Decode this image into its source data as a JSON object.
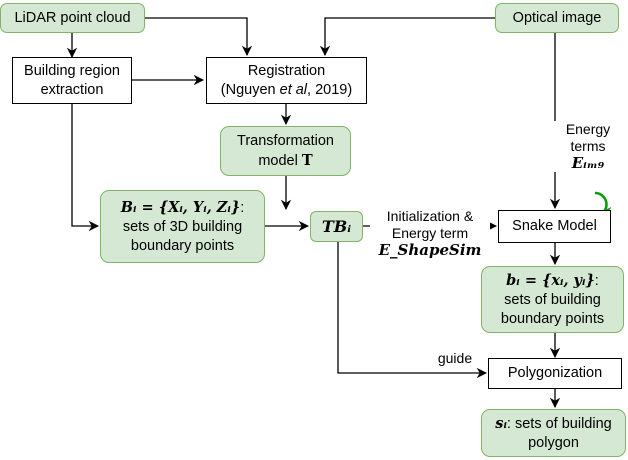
{
  "nodes": {
    "lidar": {
      "text": "LiDAR point cloud"
    },
    "optical": {
      "text": "Optical image"
    },
    "building_region": {
      "line1": "Building region",
      "line2": "extraction"
    },
    "registration": {
      "line1": "Registration",
      "line2_prefix": "(Nguyen ",
      "line2_italic": "et al",
      "line2_suffix": ", 2019)"
    },
    "transformation": {
      "line1": "Transformation",
      "line2_text": "model ",
      "line2_math": "T"
    },
    "big_b": {
      "math": "Bᵢ = {Xᵢ, Yᵢ, Zᵢ}",
      "colon": ":",
      "line2": "sets of 3D building",
      "line3": "boundary points"
    },
    "tb": {
      "math": "TBᵢ"
    },
    "snake": {
      "text": "Snake Model"
    },
    "small_b": {
      "math": "bᵢ = {xᵢ, yᵢ}",
      "colon": ":",
      "line2": "sets of building",
      "line3": "boundary points"
    },
    "polygonization": {
      "text": "Polygonization"
    },
    "s": {
      "math": "sᵢ",
      "suffix": ": sets of building",
      "line2": "polygon"
    }
  },
  "edge_labels": {
    "energy_img": {
      "line1": "Energy",
      "line2": "terms",
      "math": "Eᵢₘ₉"
    },
    "init": {
      "line1": "Initialization &",
      "line2": "Energy term",
      "math": "E_ShapeSim"
    },
    "guide": {
      "text": "guide"
    }
  },
  "colors": {
    "green_fill": "#d5e8d4",
    "green_border": "#82b366",
    "loop_arrow": "#00a000"
  }
}
